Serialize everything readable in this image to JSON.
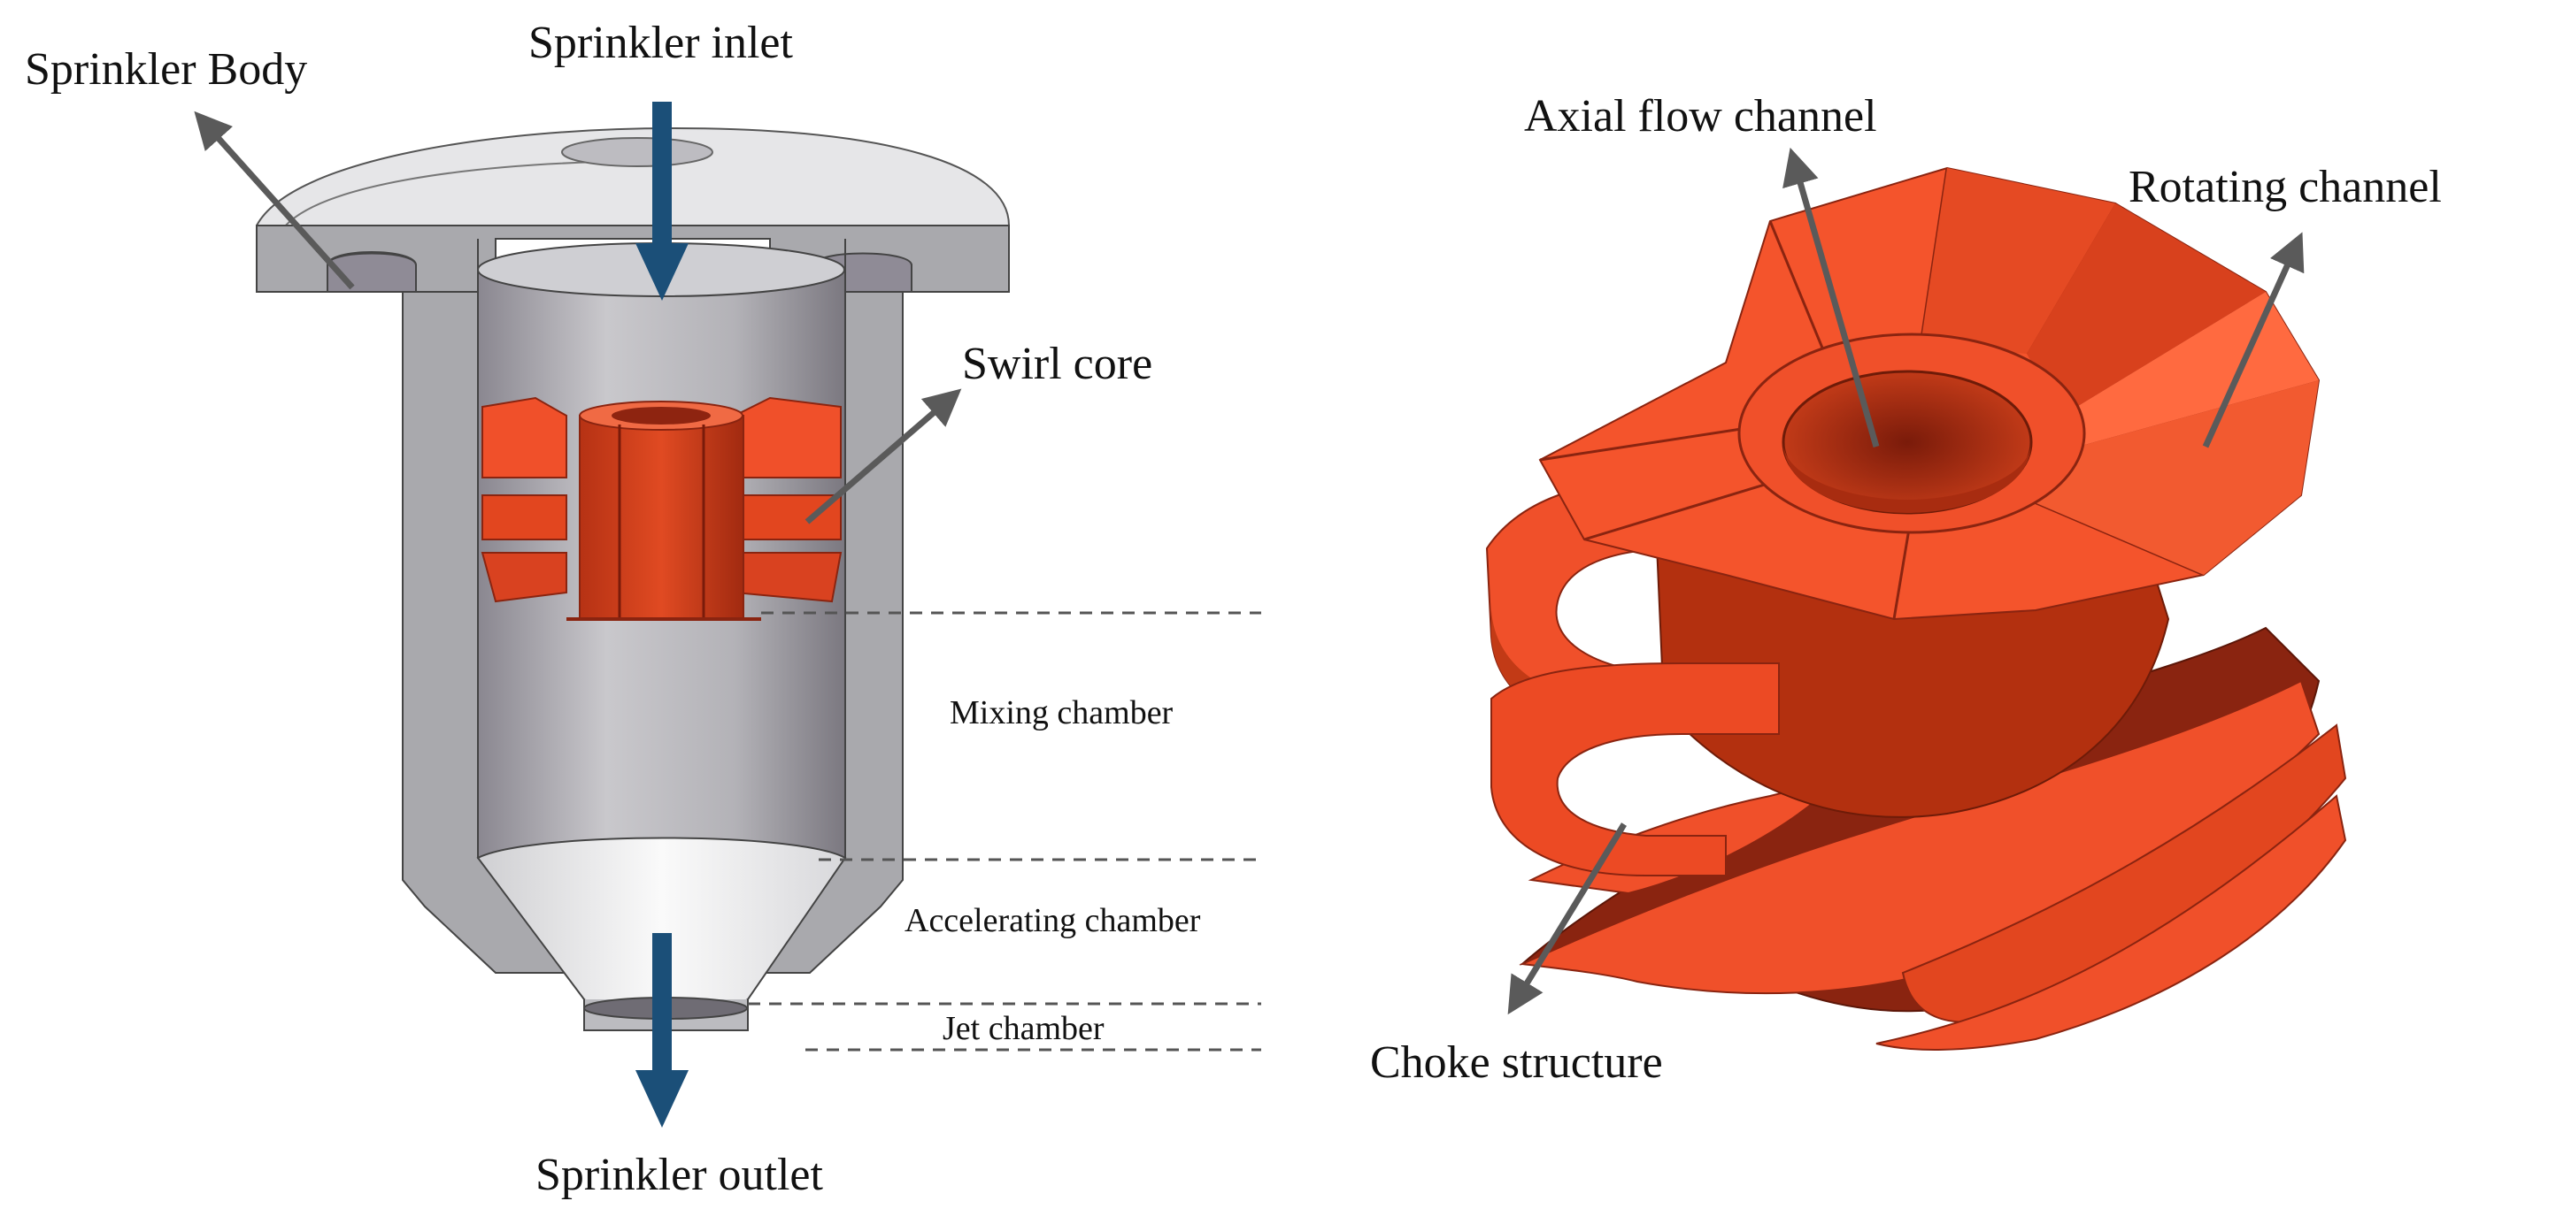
{
  "left_diagram": {
    "labels": {
      "sprinkler_body": "Sprinkler Body",
      "sprinkler_inlet": "Sprinkler inlet",
      "swirl_core": "Swirl core",
      "mixing_chamber": "Mixing chamber",
      "accelerating_chamber": "Accelerating chamber",
      "jet_chamber": "Jet chamber",
      "sprinkler_outlet": "Sprinkler outlet"
    }
  },
  "right_diagram": {
    "labels": {
      "axial_flow_channel": "Axial flow channel",
      "rotating_channel": "Rotating channel",
      "choke_structure": "Choke structure"
    }
  },
  "colors": {
    "body_gray": "#a9a9ad",
    "body_light": "#e4e4e6",
    "bore_dark": "#7d7a82",
    "swirl_orange": "#f0502a",
    "swirl_dark": "#8a2410",
    "flow_arrow": "#1b4f78",
    "pointer_arrow": "#5a5a5a"
  }
}
